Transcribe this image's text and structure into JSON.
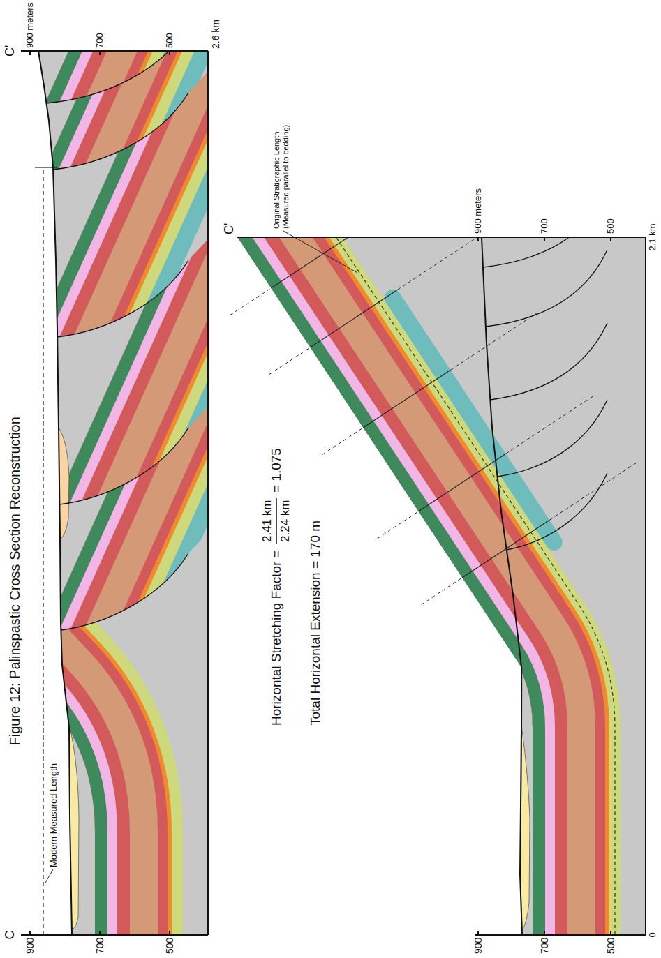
{
  "diagram": {
    "title": "Figure 12: Palinspastic Cross Section Reconstruction",
    "labels": [
      "C",
      "900",
      "700",
      "500",
      "C'",
      "900 meters",
      "700",
      "500",
      "2.6 km",
      "Modern Measured Length",
      "Horizontal Stretching Factor =",
      "2.41 km",
      "2.24 km",
      "= 1.075",
      "Total Horizontal Extension = 170 m",
      "C'",
      "Original Stratigraphic Length (Measured parallel to bedding)",
      "900",
      "700",
      "500",
      "900 meters",
      "700",
      "500",
      "0",
      "2.1 km"
    ]
  }
}
